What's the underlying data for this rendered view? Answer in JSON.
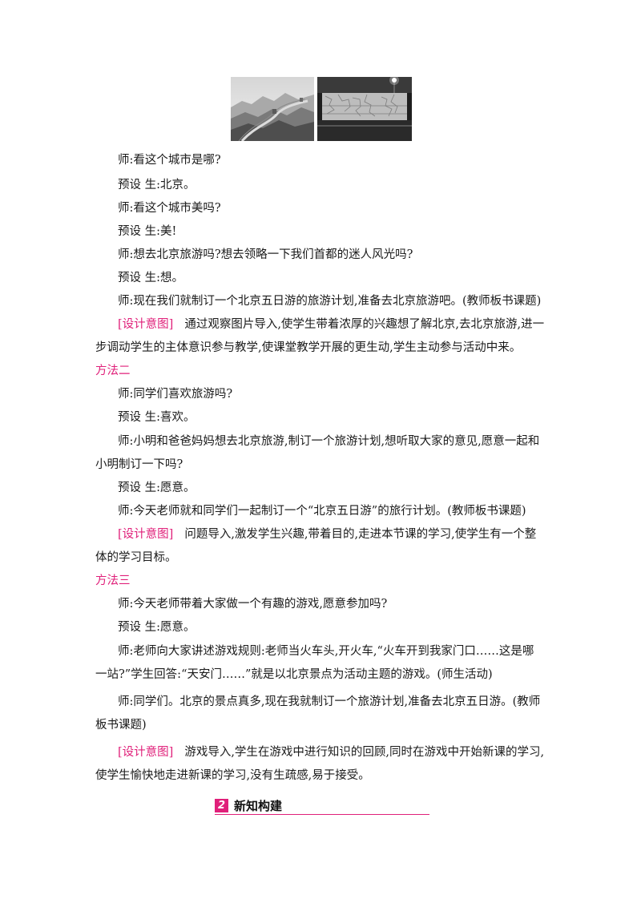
{
  "lines": [
    "师:看这个城市是哪?",
    "预设 生:北京。",
    "师:看这个城市美吗?",
    "预设 生:美!",
    "师:想去北京旅游吗?想去领略一下我们首都的迷人风光吗?",
    "预设 生:想。",
    "师:现在我们就制订一个北京五日游的旅游计划,准备去北京旅游吧。(教师板书课题)",
    "[设计意图]",
    "通过观察图片导入,使学生带着浓厚的兴趣想了解北京,去北京旅游,进一",
    "步调动学生的主体意识参与教学,使课堂教学开展的更生动,学生主动参与活动中来。",
    "方法二",
    "师:同学们喜欢旅游吗?",
    "预设 生:喜欢。",
    "师:小明和爸爸妈妈想去北京旅游,制订一个旅游计划,想听取大家的意见,愿意一起和",
    "小明制订一下吗?",
    "预设 生:愿意。",
    "师:今天老师就和同学们一起制订一个“北京五日游”的旅行计划。(教师板书课题)",
    "[设计意图]",
    "问题导入,激发学生兴趣,带着目的,走进本节课的学习,使学生有一个整",
    "体的学习目标。",
    "方法三",
    "师:今天老师带着大家做一个有趣的游戏,愿意参加吗?",
    "预设 生:愿意。",
    "师:老师向大家讲述游戏规则:老师当火车头,开火车,“火车开到我家门口……这是哪",
    "一站?”学生回答:“天安门……”就是以北京景点为活动主题的游戏。(师生活动)",
    "师:同学们。北京的景点真多,现在我就制订一个旅游计划,准备去北京五日游。(教师",
    "板书课题)",
    "[设计意图]",
    "游戏导入,学生在游戏中进行知识的回顾,同时在游戏中开始新课的学习,",
    "使学生愉快地走进新课的学习,没有生疏感,易于接受。"
  ],
  "section": {
    "number": "2",
    "title": "新知构建"
  },
  "colors": {
    "accent": "#e0207a",
    "text": "#1a1a1a"
  }
}
